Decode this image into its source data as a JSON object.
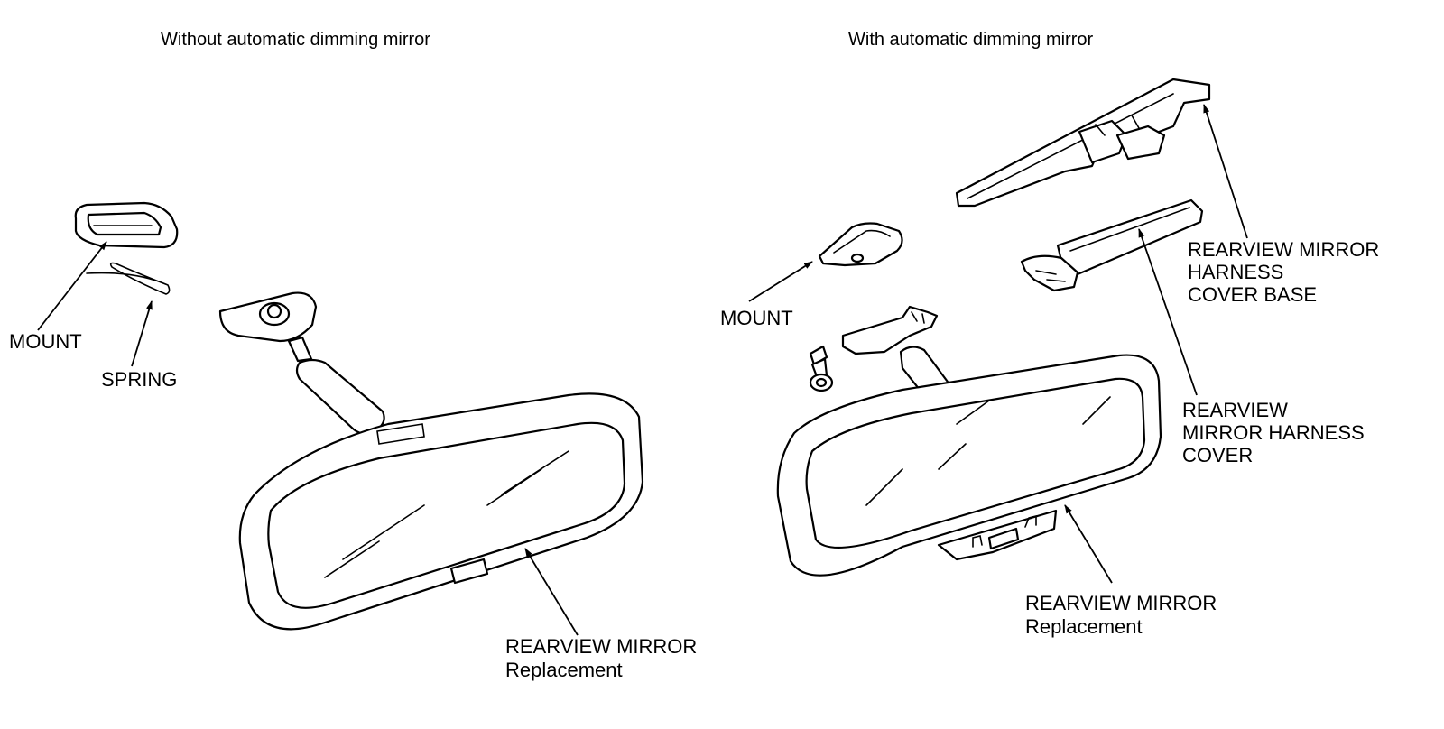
{
  "left_panel": {
    "title": "Without automatic dimming mirror",
    "mount_label": "MOUNT",
    "spring_label": "SPRING",
    "mirror_label_line1": "REARVIEW MIRROR",
    "mirror_label_line2": "Replacement"
  },
  "right_panel": {
    "title": "With automatic dimming mirror",
    "mount_label": "MOUNT",
    "cover_base_line1": "REARVIEW MIRROR",
    "cover_base_line2": "HARNESS",
    "cover_base_line3": "COVER BASE",
    "cover_line1": "REARVIEW",
    "cover_line2": "MIRROR HARNESS",
    "cover_line3": "COVER",
    "mirror_label_line1": "REARVIEW MIRROR",
    "mirror_label_line2": "Replacement"
  }
}
